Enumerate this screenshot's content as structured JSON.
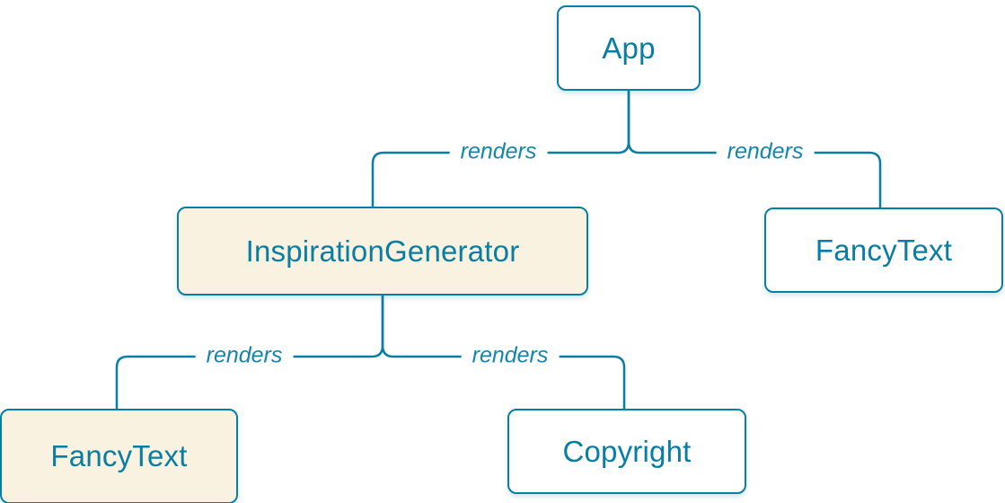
{
  "colors": {
    "accent": "#087ea4",
    "edge": "#087ea4",
    "node_background_default": "#ffffff",
    "node_background_highlight": "#faf2e1",
    "node_text": "#087ea4",
    "edge_label_text": "#1586ac",
    "page_background": "#ffffff"
  },
  "diagram": {
    "type": "component-render-tree",
    "nodes": [
      {
        "id": "app",
        "label": "App",
        "highlighted": false
      },
      {
        "id": "inspiration-generator",
        "label": "InspirationGenerator",
        "highlighted": true
      },
      {
        "id": "fancy-text-top",
        "label": "FancyText",
        "highlighted": false
      },
      {
        "id": "fancy-text-bottom",
        "label": "FancyText",
        "highlighted": true
      },
      {
        "id": "copyright",
        "label": "Copyright",
        "highlighted": false
      }
    ],
    "edges": [
      {
        "from": "App",
        "to": "InspirationGenerator",
        "label": "renders"
      },
      {
        "from": "App",
        "to": "FancyText (top)",
        "label": "renders"
      },
      {
        "from": "InspirationGenerator",
        "to": "FancyText (bottom)",
        "label": "renders"
      },
      {
        "from": "InspirationGenerator",
        "to": "Copyright",
        "label": "renders"
      }
    ]
  }
}
